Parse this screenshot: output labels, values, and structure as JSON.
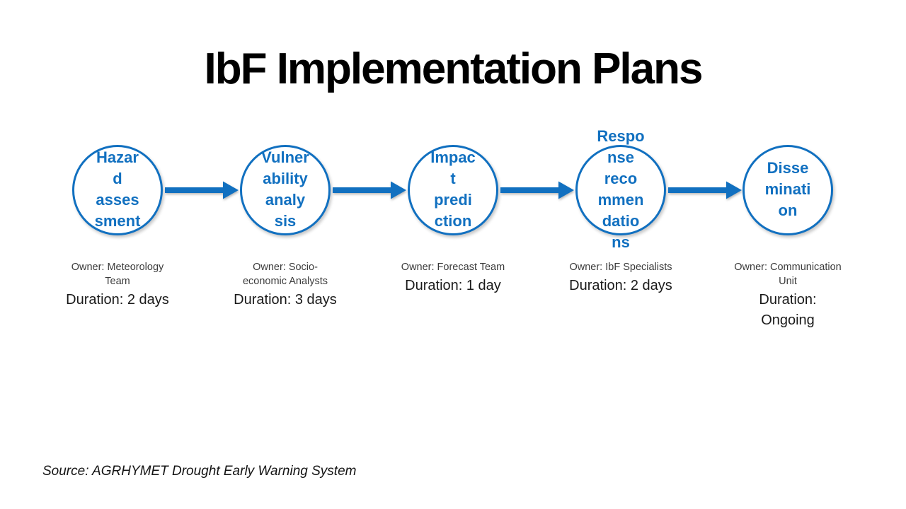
{
  "slide": {
    "title": "IbF Implementation Plans",
    "source": "Source: AGRHYMET Drought Early Warning System"
  },
  "colors": {
    "accent_blue": "#1170C0",
    "title_text": "#000000",
    "owner_text": "#3B3B3B",
    "duration_text": "#1A1A1A"
  },
  "stages": [
    {
      "name": "Hazard assessment",
      "circle_label": "Hazar\nd\nasses\nsment",
      "owner": "Owner: Meteorology\nTeam",
      "duration": "Duration: 2 days"
    },
    {
      "name": "Vulnerability analysis",
      "circle_label": "Vulner\nability\nanaly\nsis",
      "owner": "Owner: Socio-\neconomic Analysts",
      "duration": "Duration: 3 days"
    },
    {
      "name": "Impact prediction",
      "circle_label": "Impac\nt\npredi\nction",
      "owner": "Owner: Forecast Team",
      "duration": "Duration: 1 day"
    },
    {
      "name": "Response recommendations",
      "circle_label": "Respo\nnse\nreco\nmmen\ndatio\nns",
      "owner": "Owner: IbF Specialists",
      "duration": "Duration: 2 days"
    },
    {
      "name": "Dissemination",
      "circle_label": "Disse\nminati\non",
      "owner": "Owner: Communication\nUnit",
      "duration": "Duration:\nOngoing"
    }
  ]
}
